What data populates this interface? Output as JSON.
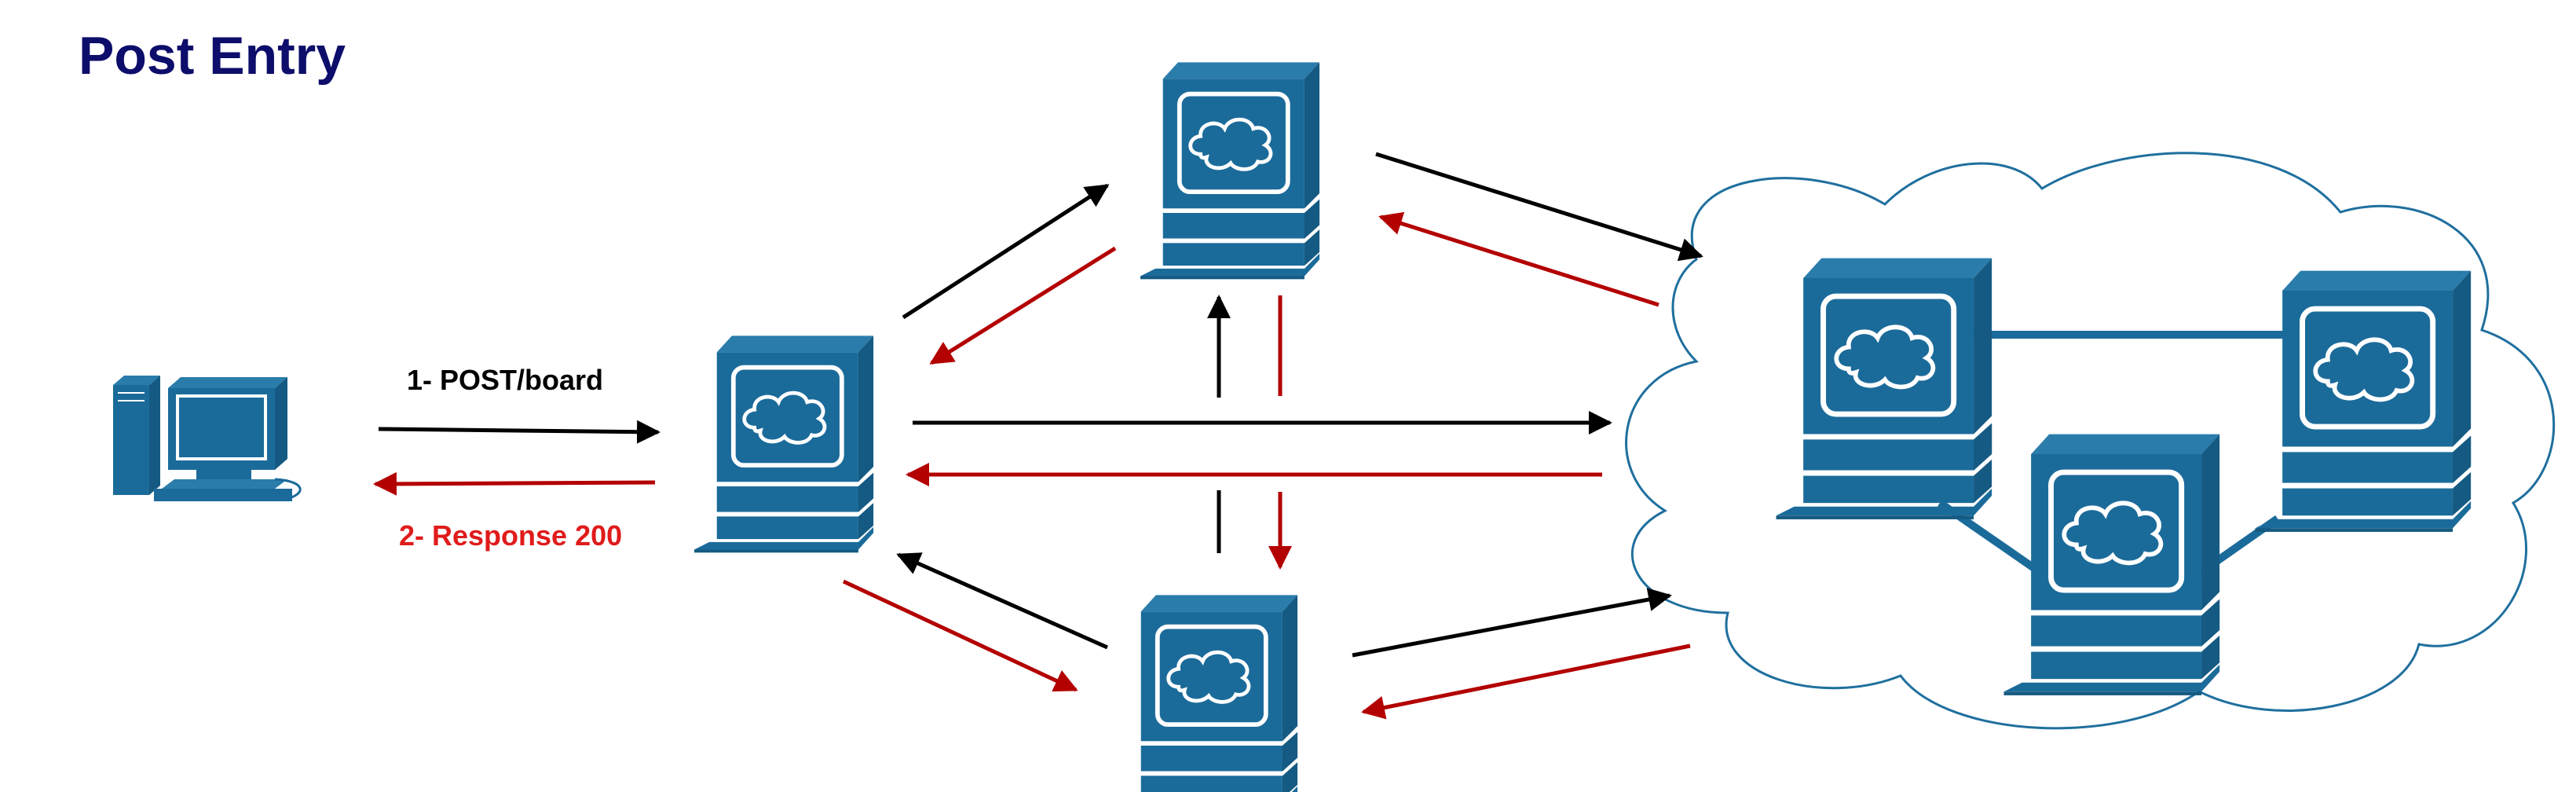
{
  "diagram": {
    "title": "Post Entry",
    "labels": {
      "request": "1- POST/board",
      "response": "2- Response 200"
    },
    "colors": {
      "title": "#0d0d6b",
      "node_fill": "#1b6b9a",
      "node_inner": "#ffffff",
      "request_arrow": "#000000",
      "response_arrow": "#b30000",
      "response_label": "#e01b1b",
      "cloud_stroke": "#1f6f9e",
      "link": "#1b6b9a"
    },
    "nodes": [
      {
        "id": "client",
        "icon": "desktop-client-icon"
      },
      {
        "id": "gateway",
        "icon": "server-terminal-icon"
      },
      {
        "id": "node-top",
        "icon": "server-terminal-icon"
      },
      {
        "id": "node-bottom",
        "icon": "server-terminal-icon"
      },
      {
        "id": "cluster-left",
        "icon": "server-terminal-icon"
      },
      {
        "id": "cluster-right",
        "icon": "server-terminal-icon"
      },
      {
        "id": "cluster-bottom",
        "icon": "server-terminal-icon"
      }
    ],
    "group": {
      "icon": "cloud-icon"
    }
  }
}
